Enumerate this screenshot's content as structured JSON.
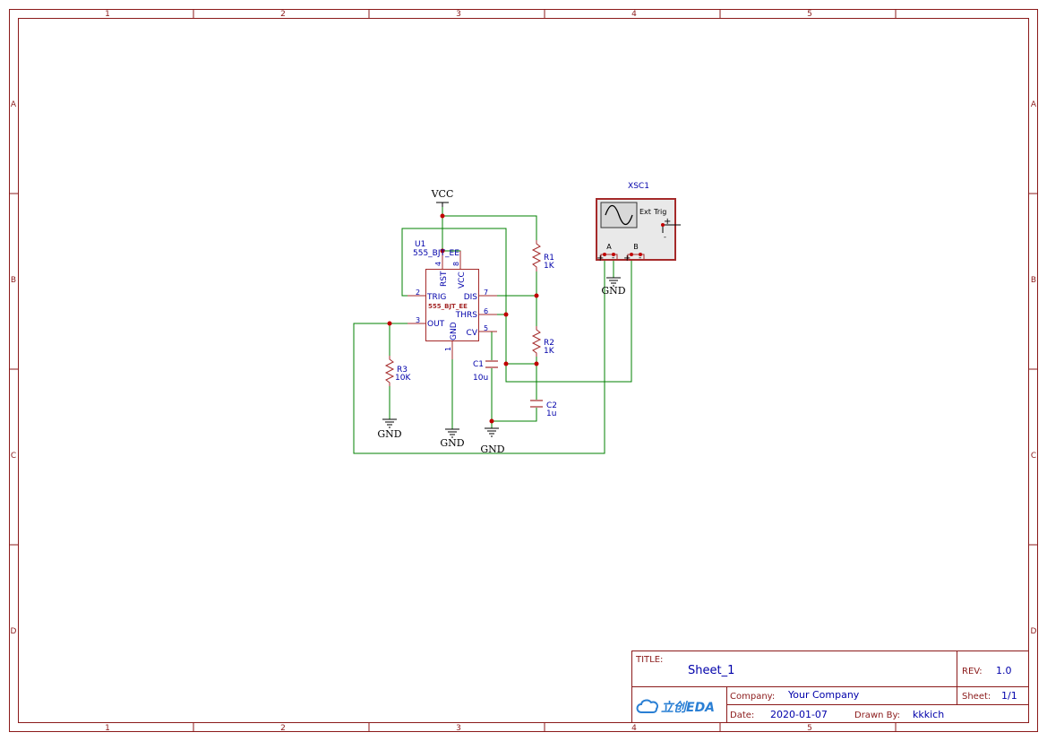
{
  "colors": {
    "frame": "#8b1a1a",
    "wire": "#008000",
    "component": "#a52a2a",
    "pin_text": "#0000aa",
    "junction": "#c00000",
    "power_text": "#000000",
    "scope_body": "#e9e9e9",
    "eda_logo": "#2a7fd4"
  },
  "frame": {
    "columns": [
      "1",
      "2",
      "3",
      "4",
      "5"
    ],
    "rows": [
      "A",
      "B",
      "C",
      "D"
    ]
  },
  "schematic": {
    "ic": {
      "designator": "U1",
      "value": "555_BJT_EE",
      "body_label": "555_BJT_EE",
      "pins": {
        "rst": "RST",
        "vcc": "VCC",
        "trig": "TRIG",
        "dis": "DIS",
        "thrs": "THRS",
        "out": "OUT",
        "cv": "CV",
        "gnd": "GND"
      },
      "pin_numbers": {
        "rst": "4",
        "vcc": "8",
        "trig": "2",
        "dis": "7",
        "thrs": "6",
        "out": "3",
        "cv": "5",
        "gnd": "1"
      }
    },
    "components": {
      "r1": {
        "designator": "R1",
        "value": "1K"
      },
      "r2": {
        "designator": "R2",
        "value": "1K"
      },
      "r3": {
        "designator": "R3",
        "value": "10K"
      },
      "c1": {
        "designator": "C1",
        "value": "10u"
      },
      "c2": {
        "designator": "C2",
        "value": "1u"
      }
    },
    "power": {
      "vcc": "VCC",
      "gnd_r3": "GND",
      "gnd_ic": "GND",
      "gnd_c1": "GND",
      "gnd_scope": "GND"
    },
    "scope": {
      "designator": "XSC1",
      "ext_label": "Ext",
      "trig_label": "Trig",
      "channel_a": "A",
      "channel_b": "B"
    }
  },
  "title_block": {
    "title_label": "TITLE:",
    "title": "Sheet_1",
    "rev_label": "REV:",
    "rev": "1.0",
    "company_label": "Company:",
    "company": "Your Company",
    "sheet_label": "Sheet:",
    "sheet": "1/1",
    "date_label": "Date:",
    "date": "2020-01-07",
    "drawn_by_label": "Drawn By:",
    "drawn_by": "kkkich",
    "logo_text": "立创EDA"
  }
}
